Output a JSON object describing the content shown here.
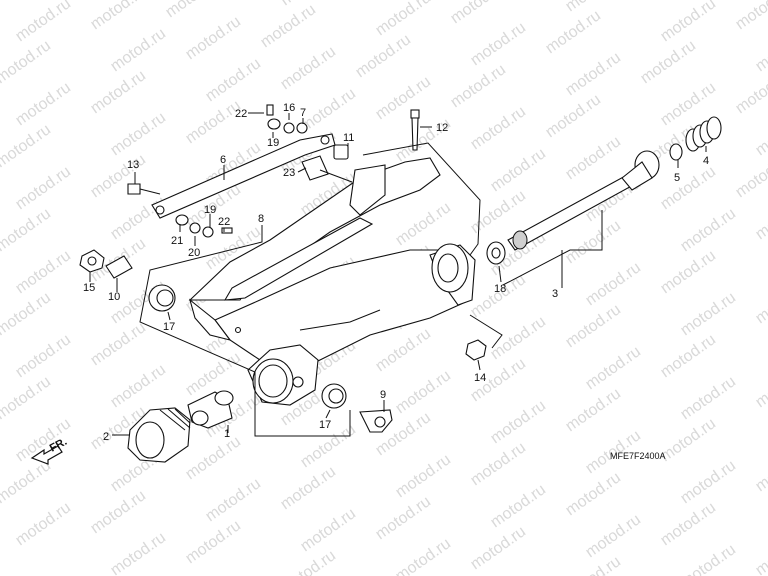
{
  "watermark": "motod.ru",
  "diagram_code": "MFE7F2400A",
  "front_indicator": "FR.",
  "part_numbers": [
    "1",
    "2",
    "3",
    "4",
    "5",
    "6",
    "7",
    "8",
    "9",
    "10",
    "11",
    "12",
    "13",
    "14",
    "15",
    "16",
    "17",
    "17",
    "18",
    "19",
    "19",
    "20",
    "21",
    "22",
    "22",
    "23"
  ]
}
